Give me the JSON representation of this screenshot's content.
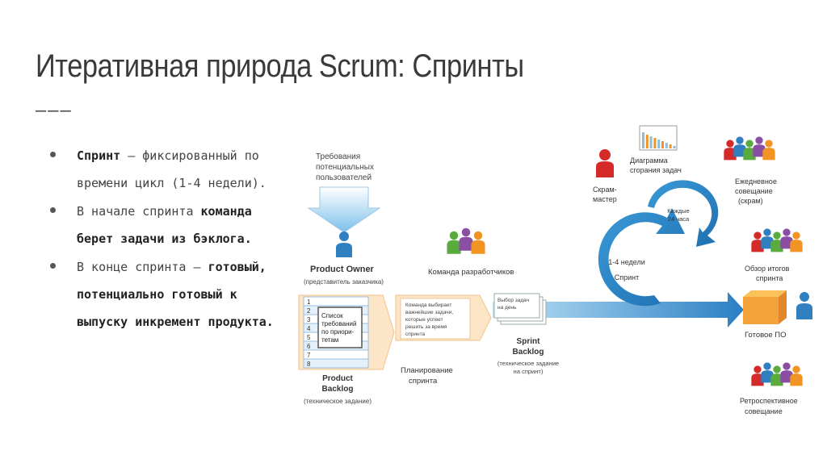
{
  "slide": {
    "title": "Итеративная природа Scrum: Спринты",
    "title_dash": "———",
    "bullets": [
      {
        "bold": "Спринт",
        "text": " — фиксированный по времени цикл (1-4 недели)."
      },
      {
        "text": "В начале спринта ",
        "bold": "команда берет задачи из бэклога."
      },
      {
        "text": "В конце спринта — ",
        "bold": "готовый, потенциально готовый к выпуску инкремент продукта."
      }
    ]
  },
  "diagram": {
    "requirements": [
      "Требования",
      "потенциальных",
      "пользователей"
    ],
    "product_owner": "Product Owner",
    "product_owner_sub": "(представитель заказчика)",
    "backlog_numbers": [
      "1",
      "2",
      "3",
      "4",
      "5",
      "6",
      "7",
      "8"
    ],
    "backlog_card": [
      "Список",
      "требований",
      "по приори-",
      "тетам"
    ],
    "product_backlog": [
      "Product",
      "Backlog"
    ],
    "product_backlog_sub": "(техническое задание)",
    "dev_team": "Команда разработчиков",
    "planning_note": [
      "Команда выбирает",
      "важнейшие задачи,",
      "которые успеет",
      "решить за время",
      "спринта"
    ],
    "planning_label": [
      "Планирование",
      "спринта"
    ],
    "sprint_note": [
      "Выбор задач",
      "на день"
    ],
    "sprint_backlog": [
      "Sprint",
      "Backlog"
    ],
    "sprint_backlog_sub": [
      "(техническое задание",
      "на спринт)"
    ],
    "scrum_master": [
      "Скрам-",
      "мастер"
    ],
    "burndown": [
      "Диаграмма",
      "сгорания задач"
    ],
    "daily_cycle": [
      "Каждые",
      "24 часа"
    ],
    "sprint_cycle": [
      "1-4 недели",
      "Спринт"
    ],
    "daily_meeting": [
      "Ежедневное",
      "совещание",
      "(скрам)"
    ],
    "review": [
      "Обзор итогов",
      "спринта"
    ],
    "product": "Готовое ПО",
    "retro": [
      "Ретроспективное",
      "совещание"
    ],
    "colors": {
      "arrow": "#2e86c8",
      "arrow_light": "#9fd0ef",
      "red": "#d42a2a",
      "blue": "#2f7fc1",
      "green": "#5aab3d",
      "purple": "#8a4fa3",
      "orange": "#f29423",
      "box": "#f4a33a"
    }
  }
}
